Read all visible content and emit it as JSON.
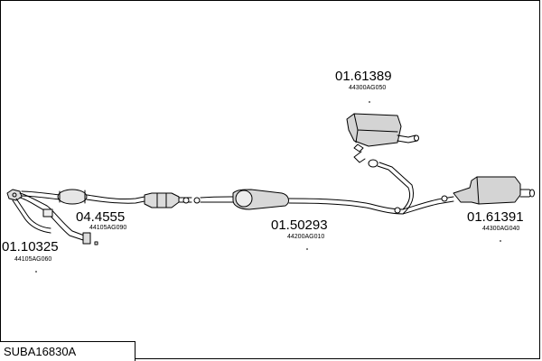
{
  "assembly_code": "SUBA16830A",
  "parts": [
    {
      "id": "front_pipe",
      "number": "01.10325",
      "oem": "44105AG060"
    },
    {
      "id": "catalyst_front",
      "number": "04.4555",
      "oem": "44105AG090"
    },
    {
      "id": "centre_pipe",
      "number": "01.50293",
      "oem": "44200AG010"
    },
    {
      "id": "rear_silencer_left",
      "number": "01.61389",
      "oem": "44300AG050"
    },
    {
      "id": "rear_silencer_right",
      "number": "01.61391",
      "oem": "44300AG040"
    }
  ]
}
